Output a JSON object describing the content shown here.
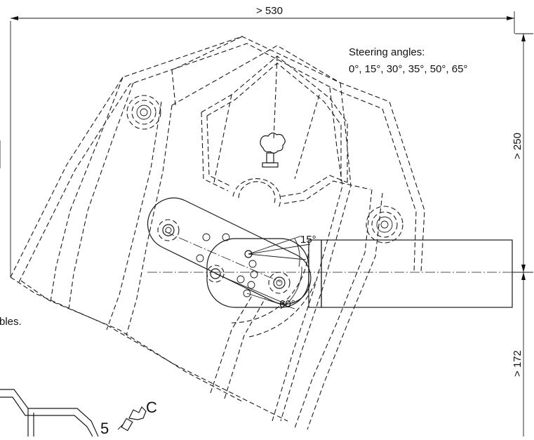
{
  "dimensions": {
    "top_width": "> 530",
    "right_upper": "> 250",
    "right_lower": "> 172"
  },
  "angle_labels": {
    "upper": "15°",
    "lower": "60°"
  },
  "steering_note": {
    "title": "Steering angles:",
    "values": "0°, 15°, 30°, 35°, 50°, 65°"
  },
  "cut_off_text": "bles.",
  "part_callouts": {
    "number": "5",
    "letter": "C"
  },
  "icons": [
    "star-knob-icon",
    "mounting-hole-icon",
    "bolt-icon"
  ]
}
